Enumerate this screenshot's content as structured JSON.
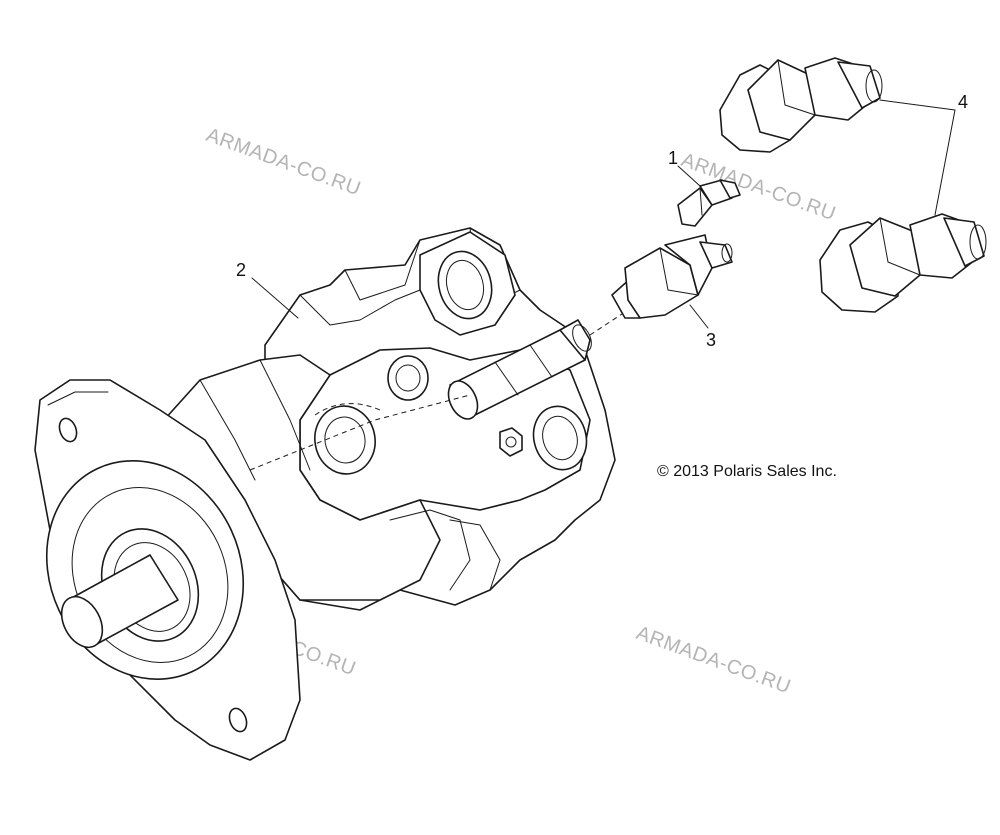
{
  "diagram": {
    "callouts": [
      {
        "id": "1",
        "label": "1"
      },
      {
        "id": "2",
        "label": "2"
      },
      {
        "id": "3",
        "label": "3"
      },
      {
        "id": "4",
        "label": "4"
      }
    ],
    "copyright": "© 2013 Polaris Sales Inc.",
    "watermark": "ARMADA-CO.RU",
    "colors": {
      "line": "#1a1a1a",
      "watermark": "#b4b4b4",
      "background": "#ffffff"
    }
  }
}
